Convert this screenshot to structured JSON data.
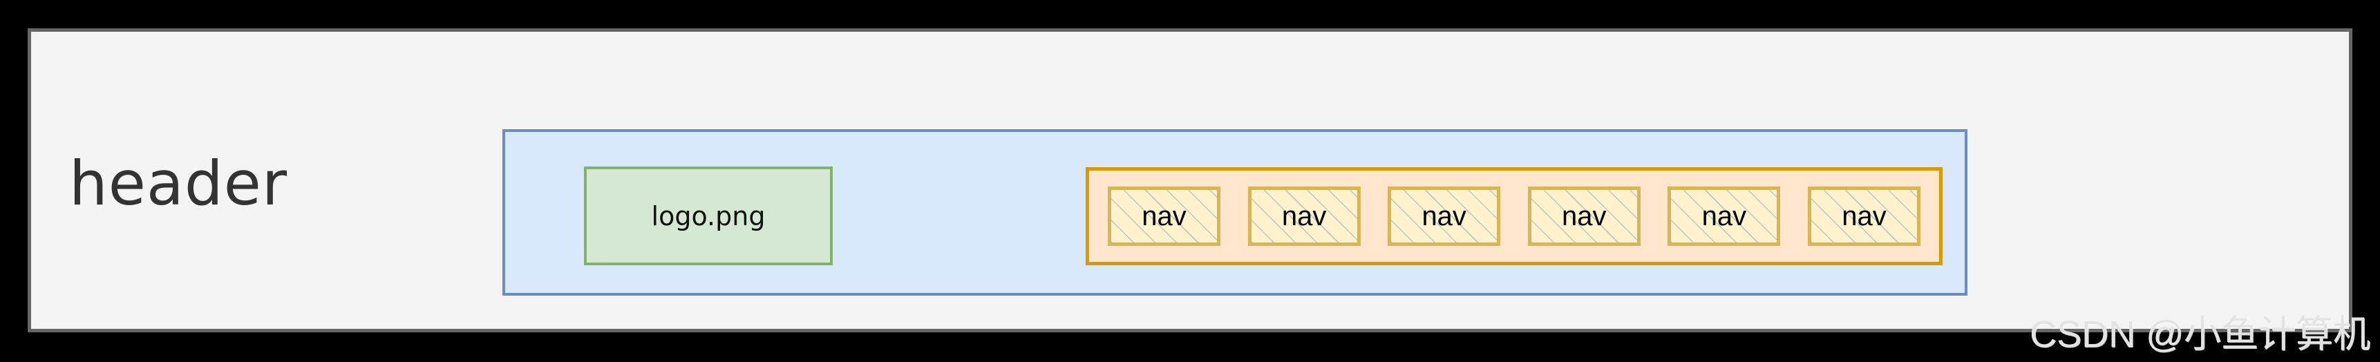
{
  "diagram": {
    "title": "header",
    "frame": {
      "background_color": "#f4f4f4",
      "border_color": "#666666"
    },
    "header_label": "header",
    "header_container": {
      "name": "header",
      "fill_color": "#dae8fc",
      "border_color": "#6c8ebf"
    },
    "logo": {
      "label": "logo.png",
      "fill_color": "#d5e8d4",
      "border_color": "#82b366"
    },
    "nav_container": {
      "fill_color": "#ffe6cc",
      "border_color": "#d79b00"
    },
    "nav_items": [
      {
        "label": "nav"
      },
      {
        "label": "nav"
      },
      {
        "label": "nav"
      },
      {
        "label": "nav"
      },
      {
        "label": "nav"
      },
      {
        "label": "nav"
      }
    ],
    "nav_item_style": {
      "fill_color": "#fff2cc",
      "border_color": "#d6b656",
      "pattern": "diagonal-hatch"
    }
  },
  "watermark": {
    "text": "CSDN @小鱼计算机",
    "color": "#e3e3e3"
  }
}
